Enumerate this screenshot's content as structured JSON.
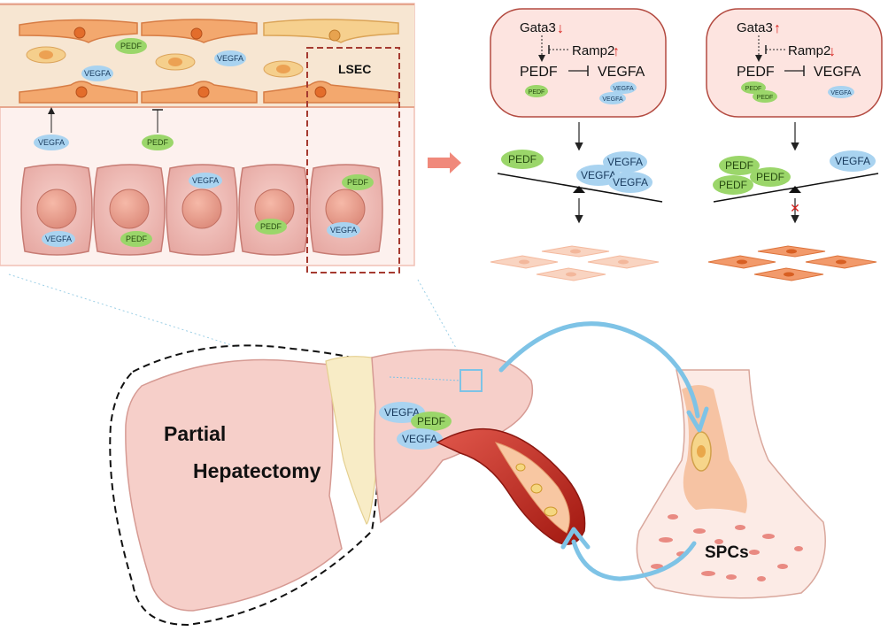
{
  "colors": {
    "vegfa_fill": "#a9d3f0",
    "pedf_fill": "#9bd66a",
    "lsec_box": "#a53a30",
    "inhibit_panel": "#fde4e0",
    "arrow_red": "#d8201c",
    "blue_arrow": "#7ec3e6",
    "liver": "#f7d1cc",
    "vessel_red": "#b8241c",
    "bone": "#fcebe6",
    "marrow": "#e98a82"
  },
  "tissue": {
    "lsec_label": "LSEC",
    "vegfa": "VEGFA",
    "pedf": "PEDF"
  },
  "panels": {
    "left": {
      "gata3": "Gata3",
      "gata3_arrow": "↓",
      "ramp2": "Ramp2",
      "ramp2_arrow": "↑",
      "pedf": "PEDF",
      "vegfa": "VEGFA",
      "pedf_chip": "PEDF",
      "vegfa_chip_1": "VEGFA",
      "vegfa_chip_2": "VEGFA"
    },
    "right": {
      "gata3": "Gata3",
      "gata3_arrow": "↑",
      "ramp2": "Ramp2",
      "ramp2_arrow": "↓",
      "pedf": "PEDF",
      "vegfa": "VEGFA",
      "pedf_chip_1": "PEDF",
      "pedf_chip_2": "PEDF",
      "vegfa_chip": "VEGFA"
    }
  },
  "balance": {
    "left": {
      "pedf": "PEDF",
      "vegfa": [
        "VEGFA",
        "VEGFA",
        "VEGFA"
      ]
    },
    "right": {
      "pedf": [
        "PEDF",
        "PEDF",
        "PEDF"
      ],
      "vegfa": "VEGFA"
    },
    "blocked_mark": "✕"
  },
  "liver": {
    "title_line1": "Partial",
    "title_line2": "Hepatectomy",
    "vegfa": "VEGFA",
    "pedf": "PEDF",
    "vegfa_2": "VEGFA"
  },
  "bone": {
    "label": "SPCs"
  }
}
